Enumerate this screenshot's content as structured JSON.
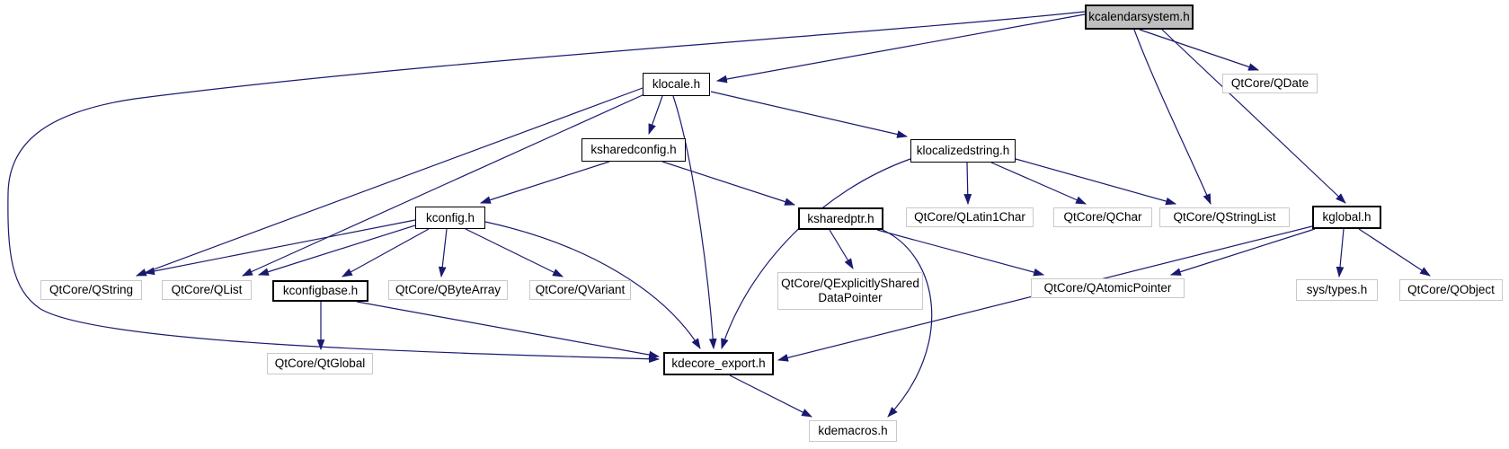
{
  "diagram": {
    "type": "include-dependency-graph",
    "edge_color": "#191970",
    "root_fill": "#bfbfbf"
  },
  "nodes": {
    "kcalendarsystem": {
      "label": "kcalendarsystem.h"
    },
    "klocale": {
      "label": "klocale.h"
    },
    "qdate": {
      "label": "QtCore/QDate"
    },
    "ksharedconfig": {
      "label": "ksharedconfig.h"
    },
    "klocalizedstring": {
      "label": "klocalizedstring.h"
    },
    "kconfig": {
      "label": "kconfig.h"
    },
    "ksharedptr": {
      "label": "ksharedptr.h"
    },
    "qlatin1char": {
      "label": "QtCore/QLatin1Char"
    },
    "qchar": {
      "label": "QtCore/QChar"
    },
    "qstringlist": {
      "label": "QtCore/QStringList"
    },
    "kglobal": {
      "label": "kglobal.h"
    },
    "qstring": {
      "label": "QtCore/QString"
    },
    "qlist": {
      "label": "QtCore/QList"
    },
    "kconfigbase": {
      "label": "kconfigbase.h"
    },
    "qbytearray": {
      "label": "QtCore/QByteArray"
    },
    "qvariant": {
      "label": "QtCore/QVariant"
    },
    "qexplicitlyshared": {
      "label": "QtCore/QExplicitlyShared",
      "label2": "DataPointer"
    },
    "qatomicpointer": {
      "label": "QtCore/QAtomicPointer"
    },
    "systypes": {
      "label": "sys/types.h"
    },
    "qobject": {
      "label": "QtCore/QObject"
    },
    "qtglobal": {
      "label": "QtCore/QtGlobal"
    },
    "kdecore_export": {
      "label": "kdecore_export.h"
    },
    "kdemacros": {
      "label": "kdemacros.h"
    }
  },
  "edges": [
    "kcalendarsystem.h -> klocale.h",
    "kcalendarsystem.h -> QtCore/QDate",
    "kcalendarsystem.h -> QtCore/QStringList",
    "kcalendarsystem.h -> kglobal.h",
    "kcalendarsystem.h -> kdecore_export.h",
    "klocale.h -> ksharedconfig.h",
    "klocale.h -> klocalizedstring.h",
    "klocale.h -> QtCore/QString",
    "klocale.h -> QtCore/QList",
    "klocale.h -> kdecore_export.h",
    "ksharedconfig.h -> kconfig.h",
    "ksharedconfig.h -> ksharedptr.h",
    "kconfig.h -> QtCore/QString",
    "kconfig.h -> QtCore/QList",
    "kconfig.h -> kconfigbase.h",
    "kconfig.h -> QtCore/QByteArray",
    "kconfig.h -> QtCore/QVariant",
    "kconfig.h -> kdecore_export.h",
    "kconfigbase.h -> QtCore/QtGlobal",
    "kconfigbase.h -> kdecore_export.h",
    "ksharedptr.h -> QtCore/QExplicitlySharedDataPointer",
    "ksharedptr.h -> QtCore/QAtomicPointer",
    "ksharedptr.h -> kdemacros.h",
    "klocalizedstring.h -> QtCore/QLatin1Char",
    "klocalizedstring.h -> QtCore/QChar",
    "klocalizedstring.h -> QtCore/QStringList",
    "klocalizedstring.h -> kdecore_export.h",
    "kglobal.h -> QtCore/QAtomicPointer",
    "kglobal.h -> sys/types.h",
    "kglobal.h -> QtCore/QObject",
    "kglobal.h -> kdecore_export.h",
    "kdecore_export.h -> kdemacros.h"
  ]
}
